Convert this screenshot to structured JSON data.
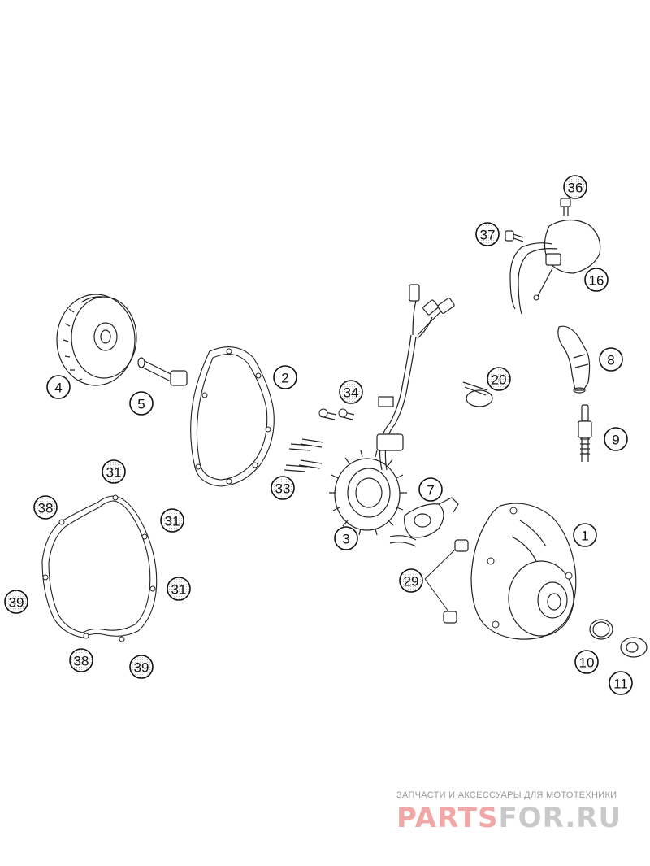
{
  "callouts": [
    {
      "id": "1",
      "label": "1",
      "style": "plain"
    },
    {
      "id": "2",
      "label": "2",
      "style": "plain"
    },
    {
      "id": "3",
      "label": "3",
      "style": "plain"
    },
    {
      "id": "4",
      "label": "4",
      "style": "plain"
    },
    {
      "id": "5",
      "label": "5",
      "style": "plain"
    },
    {
      "id": "7",
      "label": "7",
      "style": "plain"
    },
    {
      "id": "8",
      "label": "8",
      "style": "plain"
    },
    {
      "id": "9",
      "label": "9",
      "style": "plain"
    },
    {
      "id": "10",
      "label": "10",
      "style": "plain"
    },
    {
      "id": "11",
      "label": "11",
      "style": "plain"
    },
    {
      "id": "16",
      "label": "16",
      "style": "plain"
    },
    {
      "id": "20",
      "label": "20",
      "style": "hatched"
    },
    {
      "id": "29",
      "label": "29",
      "style": "hatched"
    },
    {
      "id": "31a",
      "label": "31",
      "style": "hatched"
    },
    {
      "id": "31b",
      "label": "31",
      "style": "hatched"
    },
    {
      "id": "31c",
      "label": "31",
      "style": "hatched"
    },
    {
      "id": "33",
      "label": "33",
      "style": "hatched"
    },
    {
      "id": "34",
      "label": "34",
      "style": "hatched"
    },
    {
      "id": "36",
      "label": "36",
      "style": "hatched"
    },
    {
      "id": "37",
      "label": "37",
      "style": "hatched"
    },
    {
      "id": "38a",
      "label": "38",
      "style": "hatched"
    },
    {
      "id": "38b",
      "label": "38",
      "style": "hatched"
    },
    {
      "id": "39a",
      "label": "39",
      "style": "hatched"
    },
    {
      "id": "39b",
      "label": "39",
      "style": "hatched"
    }
  ],
  "watermark": {
    "tagline": "ЗАПЧАСТИ И АКСЕССУАРЫ ДЛЯ МОТОТЕХНИКИ",
    "logo_part1": "PARTS",
    "logo_part2": "FOR.RU"
  },
  "colors": {
    "line": "#222222",
    "watermark_red": "#f2a7a7",
    "watermark_grey": "#c9c9c9"
  }
}
